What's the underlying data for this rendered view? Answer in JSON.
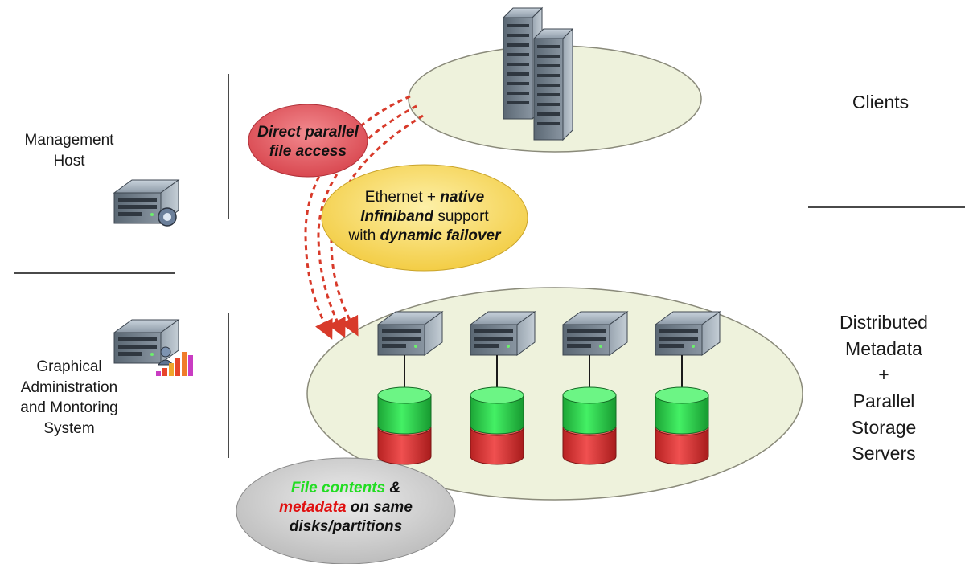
{
  "labels": {
    "clients": "Clients",
    "management_host": [
      "Management",
      "Host"
    ],
    "graphical_admin": [
      "Graphical",
      "Administration",
      "and Montoring",
      "System"
    ],
    "storage": [
      "Distributed",
      "Metadata",
      "+",
      "Parallel",
      "Storage",
      "Servers"
    ]
  },
  "bubbles": {
    "direct_access": [
      "Direct parallel",
      "file access"
    ],
    "network": {
      "line1_plain": "Ethernet + ",
      "line1_em": "native",
      "line2_em": "Infiniband",
      "line2_plain": " support",
      "line3_plain": "with ",
      "line3_em": "dynamic failover"
    },
    "file_contents": {
      "green": "File contents",
      "amp": " &",
      "red": "metadata",
      "rest": " on same",
      "line3": "disks/partitions"
    }
  },
  "colors": {
    "ellipse_fill": "#eef2dc",
    "disk_green": "#2ee04a",
    "disk_red": "#e53a3a",
    "arrow": "#d83a2a",
    "direct_bubble": "#e8626a",
    "network_bubble": "#f9e07a",
    "file_bubble": "#d4d4d4"
  },
  "icons": {
    "client_rack": "server-rack-icon",
    "management_host": "server-icon",
    "admin_system": "server-chart-icon",
    "storage_server": "server-icon",
    "storage_disk": "disk-icon"
  },
  "storage_servers": 4
}
